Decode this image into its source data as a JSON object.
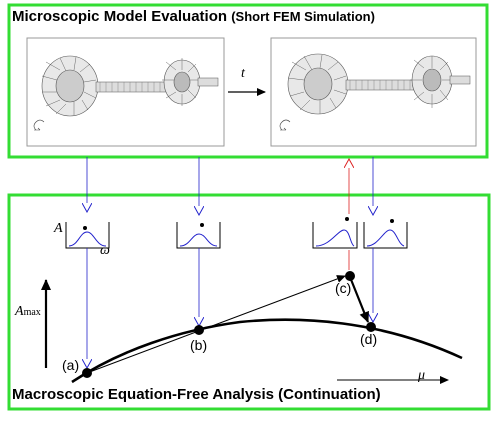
{
  "top_panel": {
    "title": "Microscopic Model Evaluation",
    "subtitle": "(Short FEM Simulation)",
    "time_label": "t"
  },
  "bottom_panel": {
    "title": "Macroscopic Equation-Free Analysis (Continuation)",
    "y_axis_label": "A",
    "y_axis_subscript": "max",
    "x_axis_label": "μ",
    "histogram_y_label": "A",
    "histogram_x_label": "ω",
    "points": [
      "(a)",
      "(b)",
      "(c)",
      "(d)"
    ]
  },
  "colors": {
    "panel_border": "#33dd33",
    "down_arrow": "#2222cc",
    "up_arrow": "#dd2222",
    "curve": "#000000"
  },
  "icons": [
    "turbine-rotor-image",
    "turbine-rotor-image"
  ]
}
